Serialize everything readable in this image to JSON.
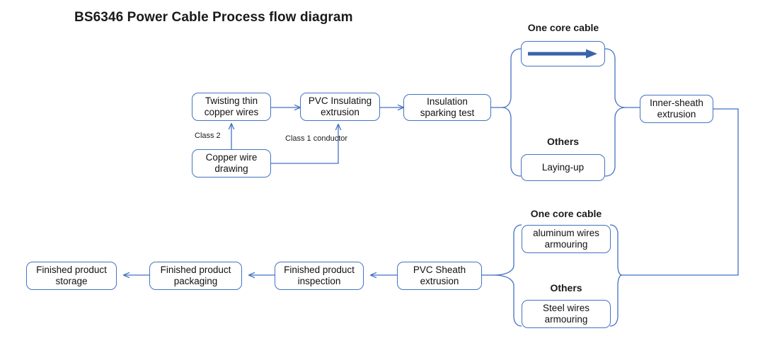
{
  "title": "BS6346 Power Cable Process flow diagram",
  "colors": {
    "node_border": "#4472c4",
    "connector": "#4472c4",
    "thick_arrow": "#3a63a8",
    "text": "#111111",
    "background": "#ffffff"
  },
  "nodes": {
    "twisting": "Twisting thin copper wires",
    "twisting_l1": "Twisting thin",
    "twisting_l2": "copper wires",
    "pvc_insulating_l1": "PVC Insulating",
    "pvc_insulating_l2": "extrusion",
    "copper_drawing_l1": "Copper wire",
    "copper_drawing_l2": "drawing",
    "sparking_l1": "Insulation",
    "sparking_l2": "sparking test",
    "laying_up": "Laying-up",
    "inner_sheath_l1": "Inner-sheath",
    "inner_sheath_l2": "extrusion",
    "aluminum_l1": "aluminum wires",
    "aluminum_l2": "armouring",
    "steel_l1": "Steel wires",
    "steel_l2": "armouring",
    "pvc_sheath_l1": "PVC Sheath",
    "pvc_sheath_l2": "extrusion",
    "inspection_l1": "Finished product",
    "inspection_l2": "inspection",
    "packaging_l1": "Finished product",
    "packaging_l2": "packaging",
    "storage_l1": "Finished product",
    "storage_l2": "storage"
  },
  "group_labels": {
    "one_core_top": "One core cable",
    "others_top": "Others",
    "one_core_bottom": "One core cable",
    "others_bottom": "Others"
  },
  "edge_labels": {
    "class2": "Class 2",
    "class1_l1": "Class 1",
    "class1_l2": "conductor"
  },
  "icons": {
    "one_core_arrow": "right-arrow-icon"
  }
}
